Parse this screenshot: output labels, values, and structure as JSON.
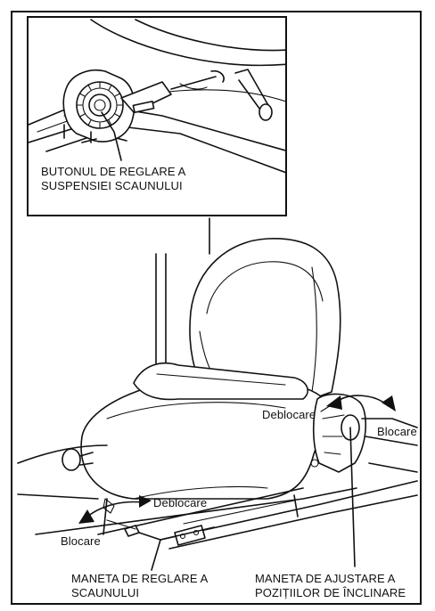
{
  "inset": {
    "label_line1": "BUTONUL DE REGLARE A",
    "label_line2": "SUSPENSIEI SCAUNULUI"
  },
  "main": {
    "deblocare_top": "Deblocare",
    "blocare_right": "Blocare",
    "deblocare_left": "Deblocare",
    "blocare_left": "Blocare",
    "seat_lever_line1": "MANETA DE REGLARE A",
    "seat_lever_line2": "SCAUNULUI",
    "tilt_lever_line1": "MANETA DE AJUSTARE A",
    "tilt_lever_line2": "POZIȚIILOR DE ÎNCLINARE"
  }
}
